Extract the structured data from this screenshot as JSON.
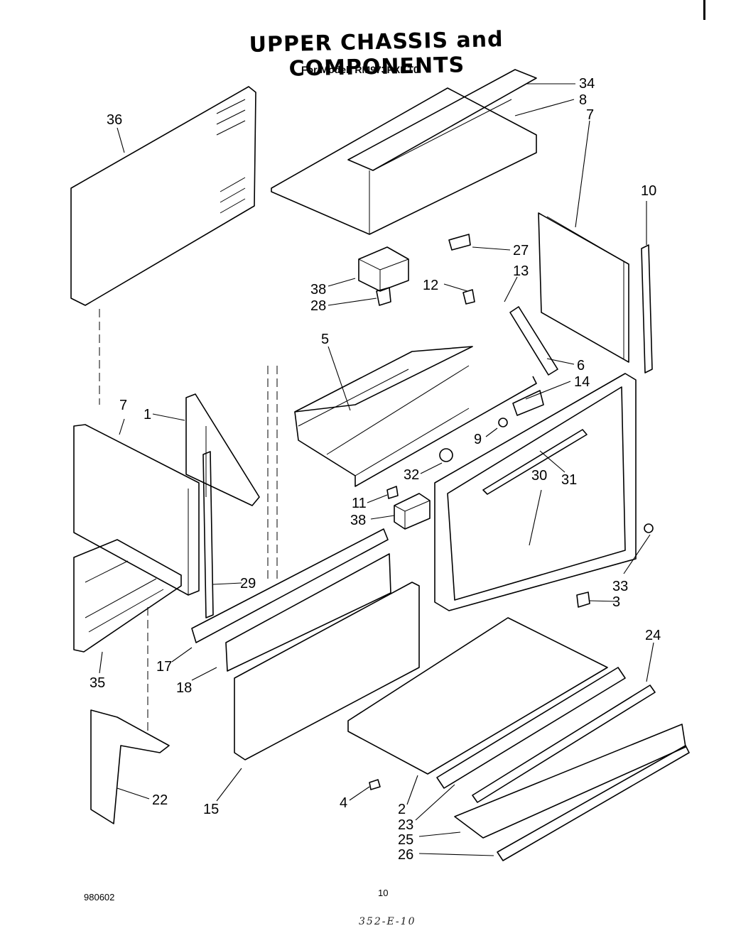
{
  "title": "UPPER CHASSIS and COMPONENTS",
  "subtitle": "For Model: RM973PXKT0",
  "footer": {
    "code": "980602",
    "page_number": "10",
    "handwritten": "352-E-10"
  },
  "callouts": [
    "34",
    "8",
    "7",
    "36",
    "10",
    "27",
    "13",
    "12",
    "38",
    "28",
    "5",
    "6",
    "14",
    "7",
    "1",
    "9",
    "32",
    "31",
    "11",
    "38",
    "30",
    "29",
    "33",
    "3",
    "17",
    "35",
    "18",
    "24",
    "22",
    "15",
    "4",
    "2",
    "23",
    "25",
    "26"
  ]
}
